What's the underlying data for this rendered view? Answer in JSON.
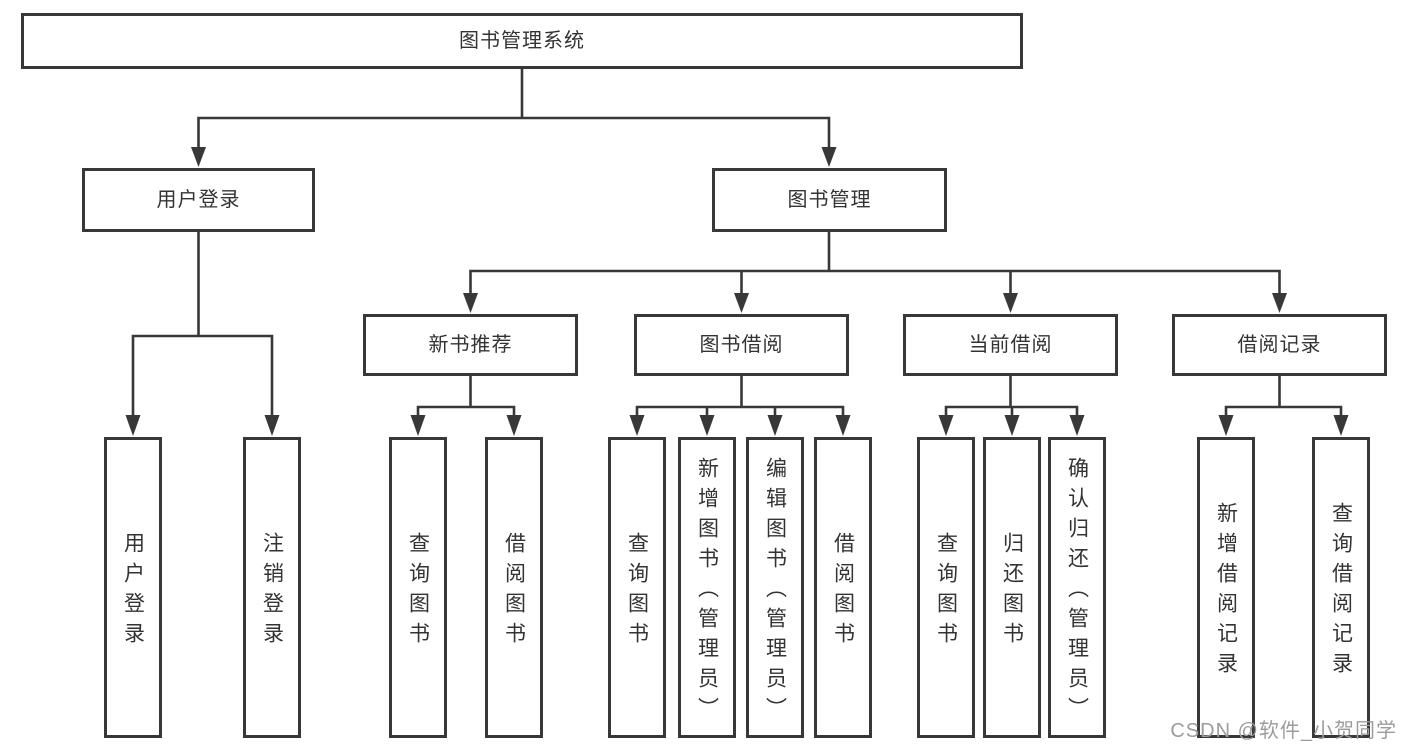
{
  "diagram": {
    "type": "hierarchy-tree",
    "orientation": "top-down"
  },
  "colors": {
    "line": "#383838",
    "box_border": "#383838",
    "text": "#333333",
    "background": "#ffffff",
    "watermark": "#9c9c9c"
  },
  "tree": {
    "label": "图书管理系统",
    "children": [
      {
        "label": "用户登录",
        "children": [
          {
            "label": "用户登录"
          },
          {
            "label": "注销登录"
          }
        ]
      },
      {
        "label": "图书管理",
        "children": [
          {
            "label": "新书推荐",
            "children": [
              {
                "label": "查询图书"
              },
              {
                "label": "借阅图书"
              }
            ]
          },
          {
            "label": "图书借阅",
            "children": [
              {
                "label": "查询图书"
              },
              {
                "label": "新增图书（管理员）"
              },
              {
                "label": "编辑图书（管理员）"
              },
              {
                "label": "借阅图书"
              }
            ]
          },
          {
            "label": "当前借阅",
            "children": [
              {
                "label": "查询图书"
              },
              {
                "label": "归还图书"
              },
              {
                "label": "确认归还（管理员）"
              }
            ]
          },
          {
            "label": "借阅记录",
            "children": [
              {
                "label": "新增借阅记录"
              },
              {
                "label": "查询借阅记录"
              }
            ]
          }
        ]
      }
    ]
  },
  "watermark": {
    "text": "CSDN @软件_小贺同学"
  }
}
